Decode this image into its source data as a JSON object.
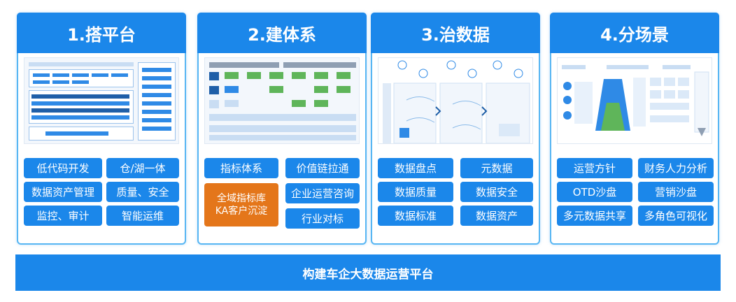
{
  "panels": [
    {
      "title": "1.搭平台",
      "tags": [
        "低代码开发",
        "仓/湖一体",
        "数据资产管理",
        "质量、安全",
        "监控、审计",
        "智能运维"
      ]
    },
    {
      "title": "2.建体系",
      "tags": [
        "指标体系",
        "价值链拉通",
        "全域指标库",
        "KA客户沉淀",
        "企业运营咨询",
        "行业对标"
      ]
    },
    {
      "title": "3.治数据",
      "tags": [
        "数据盘点",
        "元数据",
        "数据质量",
        "数据安全",
        "数据标准",
        "数据资产"
      ]
    },
    {
      "title": "4.分场景",
      "tags": [
        "运营方针",
        "财务人力分析",
        "OTD沙盘",
        "营销沙盘",
        "多元数据共享",
        "多角色可视化"
      ]
    }
  ],
  "bottom": "构建车企大数据运营平台",
  "colors": {
    "blue": "#1b87ea",
    "orange": "#e4761a",
    "border": "#57b6f3"
  }
}
